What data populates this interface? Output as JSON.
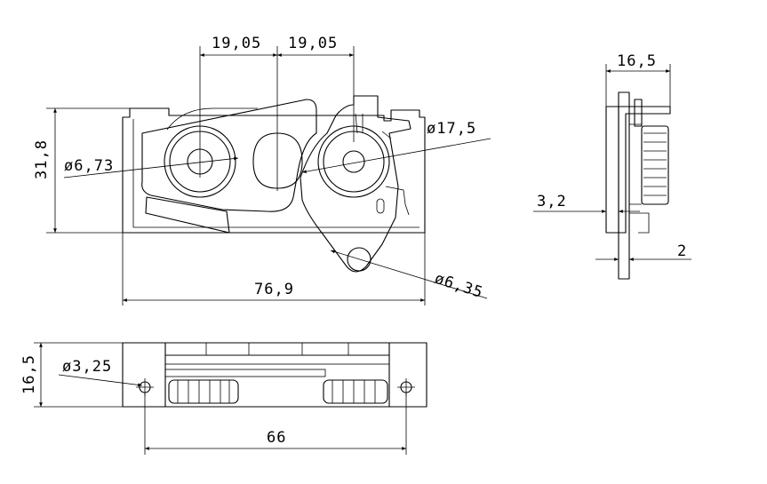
{
  "dimensions": {
    "d_19_05_left": "19,05",
    "d_19_05_right": "19,05",
    "d_31_8": "31,8",
    "d_76_9": "76,9",
    "d_dia_6_73": "ø6,73",
    "d_dia_17_5": "ø17,5",
    "d_dia_6_35": "ø6,35",
    "d_16_5_side": "16,5",
    "d_3_2": "3,2",
    "d_2": "2",
    "d_16_5_bottom": "16,5",
    "d_dia_3_25": "ø3,25",
    "d_66": "66"
  }
}
